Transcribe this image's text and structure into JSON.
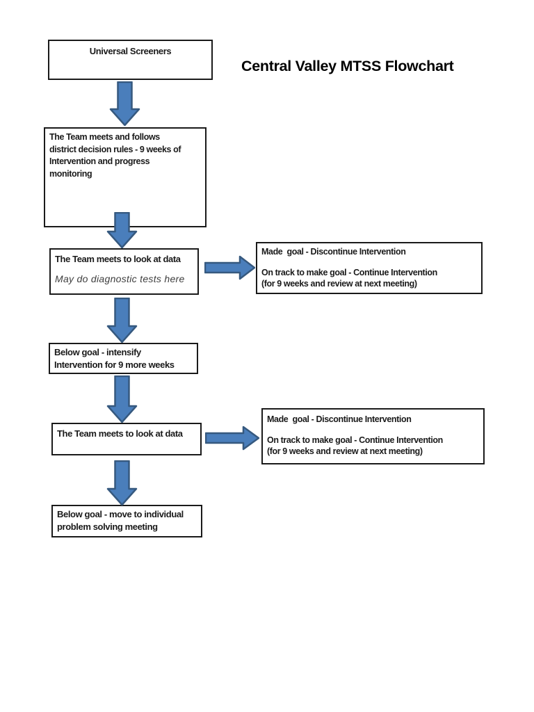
{
  "title": "Central Valley MTSS Flowchart",
  "colors": {
    "arrow_fill": "#4a7ebb",
    "arrow_stroke": "#36597f",
    "box_border": "#1a1a1a",
    "text": "#1a1a1a",
    "note_text": "#3d3d3d",
    "page_bg": "#ffffff"
  },
  "flowchart": {
    "universal_screeners": {
      "label": "Universal Screeners"
    },
    "team_follows": {
      "lines": [
        "The Team meets and follows",
        "district decision rules - 9 weeks of",
        "Intervention and progress",
        "monitoring"
      ]
    },
    "team_looks_1": {
      "title": "The Team meets to look at data",
      "note": "May do diagnostic tests here"
    },
    "outcome_1": {
      "lines": [
        "Made  goal - Discontinue Intervention",
        "On track to make goal - Continue Intervention",
        "(for 9 weeks and review at next meeting)"
      ]
    },
    "below_goal_1": {
      "lines": [
        "Below goal - intensify",
        "Intervention for 9 more weeks"
      ]
    },
    "team_looks_2": {
      "title": "The Team meets to look at data"
    },
    "outcome_2": {
      "lines": [
        "Made  goal - Discontinue Intervention",
        "On track to make goal - Continue Intervention",
        "(for 9 weeks and review at next meeting)"
      ]
    },
    "below_goal_2": {
      "lines": [
        "Below goal - move to individual",
        "problem solving meeting"
      ]
    }
  }
}
